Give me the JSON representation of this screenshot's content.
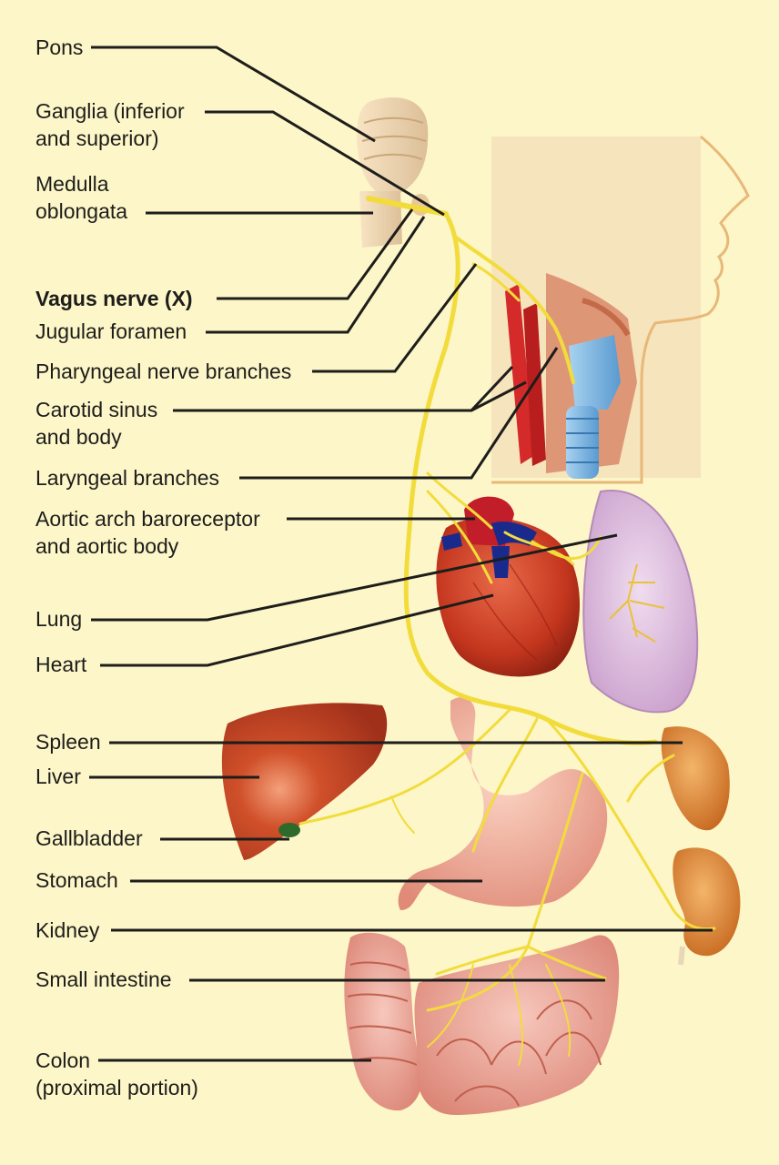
{
  "labels": {
    "pons": "Pons",
    "ganglia": "Ganglia (inferior\nand superior)",
    "medulla": "Medulla\noblongata",
    "vagus": "Vagus nerve (X)",
    "jugular": "Jugular foramen",
    "pharyngeal": "Pharyngeal nerve branches",
    "carotid": "Carotid sinus\nand body",
    "laryngeal": "Laryngeal branches",
    "aortic": "Aortic arch baroreceptor\nand aortic body",
    "lung": "Lung",
    "heart": "Heart",
    "spleen": "Spleen",
    "liver": "Liver",
    "gallbladder": "Gallbladder",
    "stomach": "Stomach",
    "kidney": "Kidney",
    "small_intestine": "Small intestine",
    "colon": "Colon\n(proximal portion)"
  },
  "colors": {
    "background": "#fdf6c8",
    "nerve": "#f2dc3c",
    "leader_line": "#1d1d1b",
    "artery": "#d42a2a",
    "vein": "#1a2a8c",
    "trachea": "#7fb8e0",
    "organ_red": "#c4361e",
    "lung": "#d9b0dd",
    "kidney": "#d9782a"
  }
}
